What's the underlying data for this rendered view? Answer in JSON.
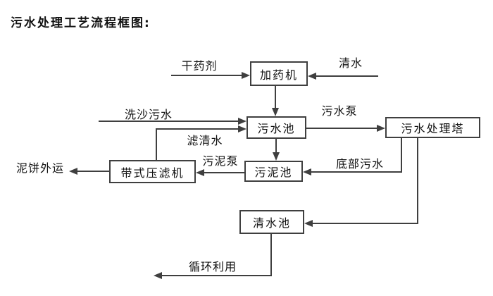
{
  "title": "污水处理工艺流程框图:",
  "nodes": {
    "dosing_machine": "加药机",
    "sewage_pool": "污水池",
    "treatment_tower": "污水处理塔",
    "sludge_pool": "污泥池",
    "belt_filter_press": "带式压滤机",
    "clean_water_pool": "清水池"
  },
  "flow_labels": {
    "dry_chemical": "干药剂",
    "clean_water": "清水",
    "sand_washing_sewage": "洗沙污水",
    "sewage_pump": "污水泵",
    "filtered_water": "滤清水",
    "bottom_sewage": "底部污水",
    "sludge_pump": "污泥泵",
    "mud_cake_outbound": "泥饼外运",
    "recycling": "循环利用"
  },
  "edges": [
    {
      "from": "dry_chemical_supply",
      "to": "dosing_machine",
      "label": "干药剂"
    },
    {
      "from": "clean_water_supply",
      "to": "dosing_machine",
      "label": "清水"
    },
    {
      "from": "dosing_machine",
      "to": "sewage_pool",
      "label": ""
    },
    {
      "from": "sand_washing_source",
      "to": "sewage_pool",
      "label": "洗沙污水"
    },
    {
      "from": "belt_filter_press",
      "to": "sewage_pool",
      "label": "滤清水"
    },
    {
      "from": "sewage_pool",
      "to": "treatment_tower",
      "label": "污水泵"
    },
    {
      "from": "sewage_pool",
      "to": "sludge_pool",
      "label": ""
    },
    {
      "from": "treatment_tower",
      "to": "sludge_pool",
      "label": "底部污水"
    },
    {
      "from": "sludge_pool",
      "to": "belt_filter_press",
      "label": "污泥泵"
    },
    {
      "from": "belt_filter_press",
      "to": "offsite",
      "label": "泥饼外运"
    },
    {
      "from": "treatment_tower",
      "to": "clean_water_pool",
      "label": ""
    },
    {
      "from": "clean_water_pool",
      "to": "reuse",
      "label": "循环利用"
    }
  ],
  "colors": {
    "line": "#3f3f3f",
    "text": "#111111",
    "background": "#ffffff"
  }
}
